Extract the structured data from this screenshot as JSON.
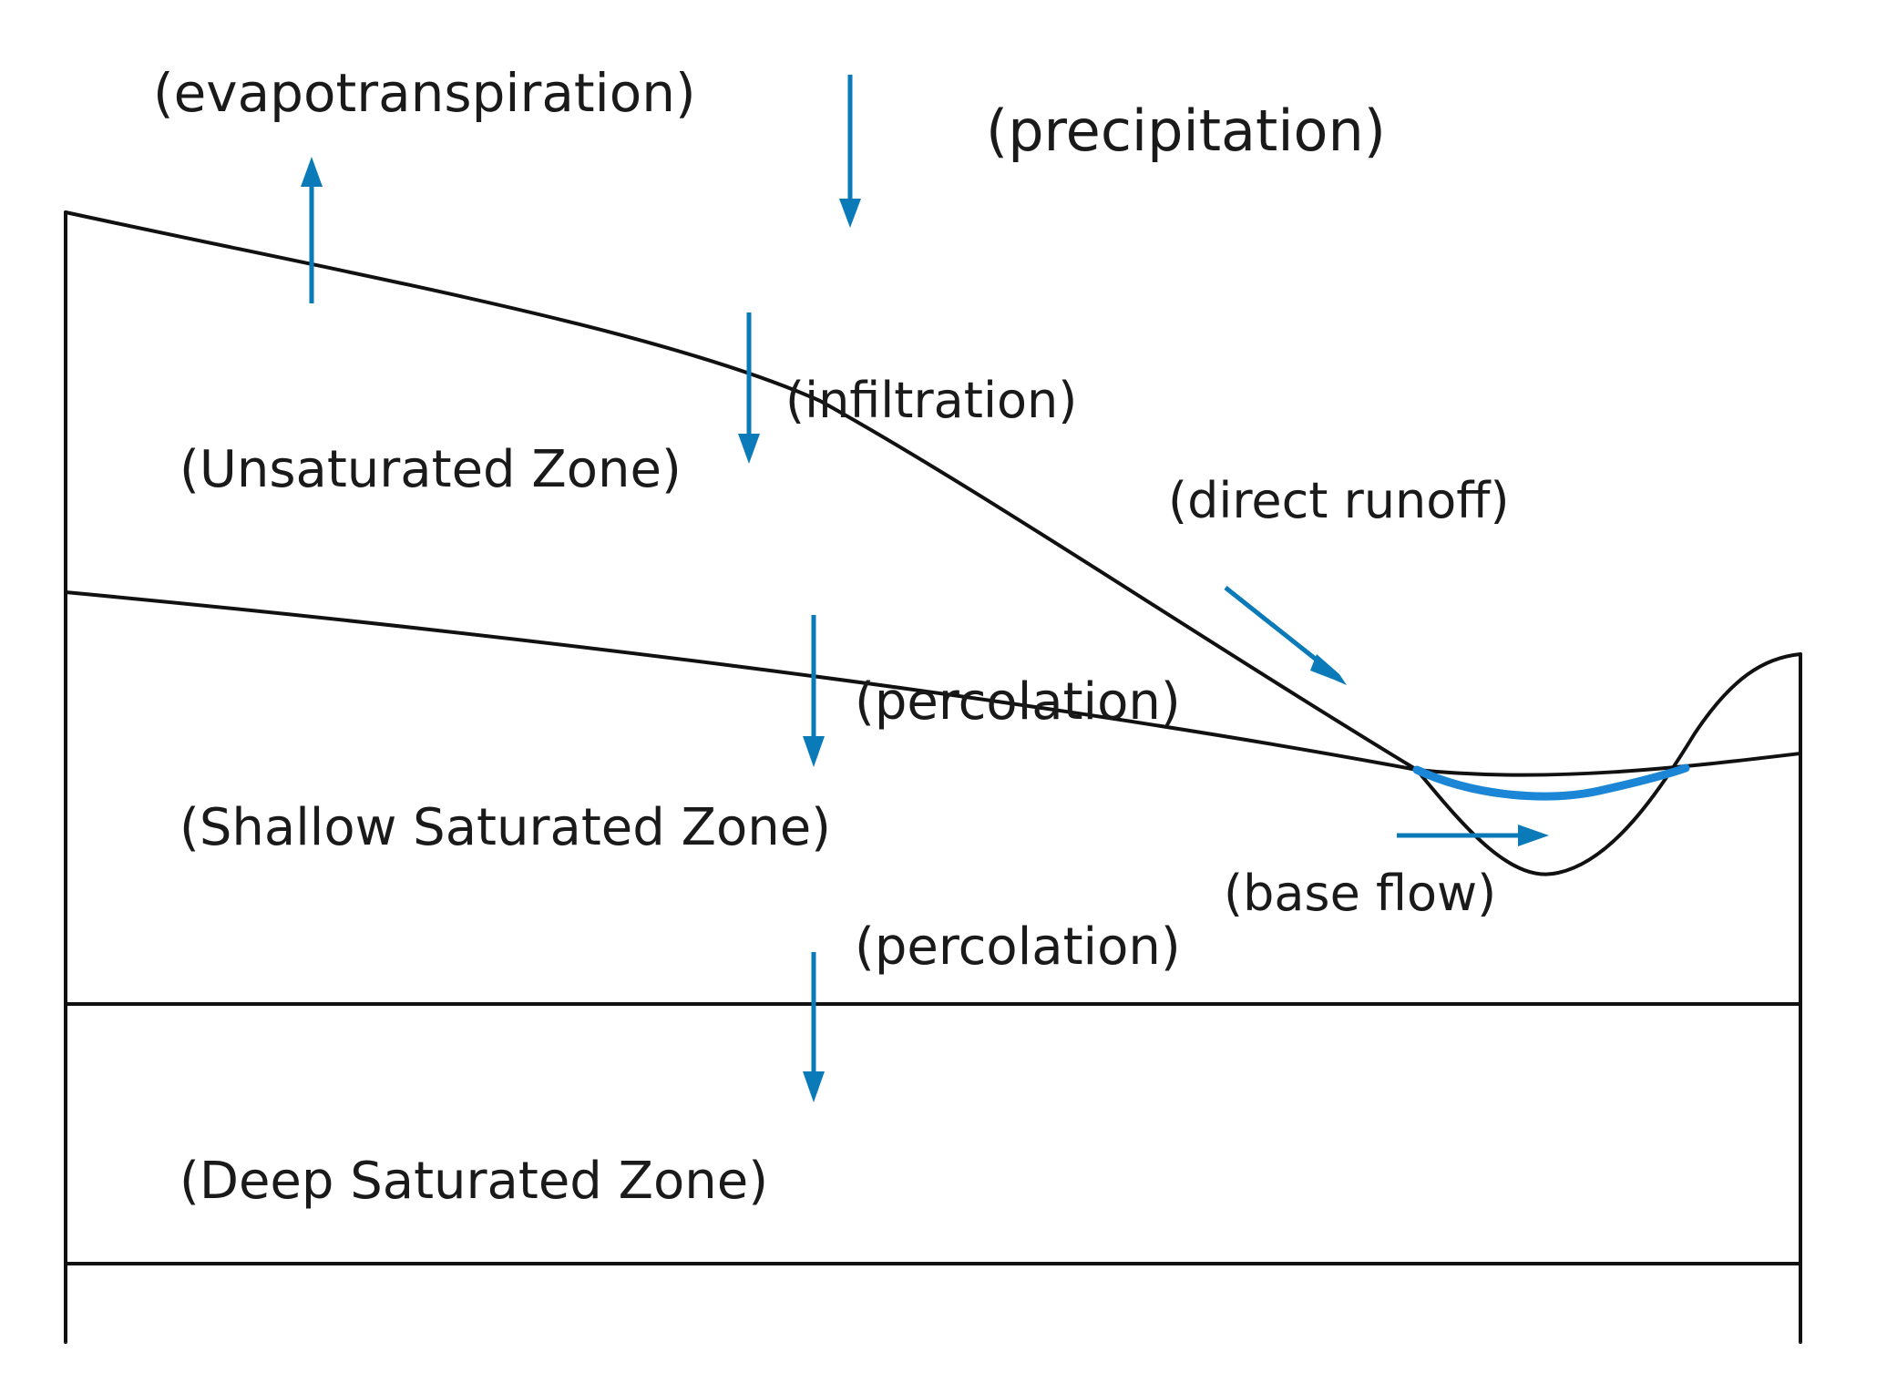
{
  "colors": {
    "arrow": "#0a7ab8",
    "water": "#1b86d6",
    "line": "#111111",
    "background": "#ffffff"
  },
  "labels": {
    "evapotranspiration": "(evapotranspiration)",
    "precipitation": "(precipitation)",
    "infiltration": "(infiltration)",
    "unsaturated_zone": "(Unsaturated Zone)",
    "direct_runoff": "(direct runoff)",
    "percolation_upper": "(percolation)",
    "shallow_saturated_zone": "(Shallow Saturated Zone)",
    "base_flow": "(base flow)",
    "percolation_lower": "(percolation)",
    "deep_saturated_zone": "(Deep Saturated Zone)"
  }
}
